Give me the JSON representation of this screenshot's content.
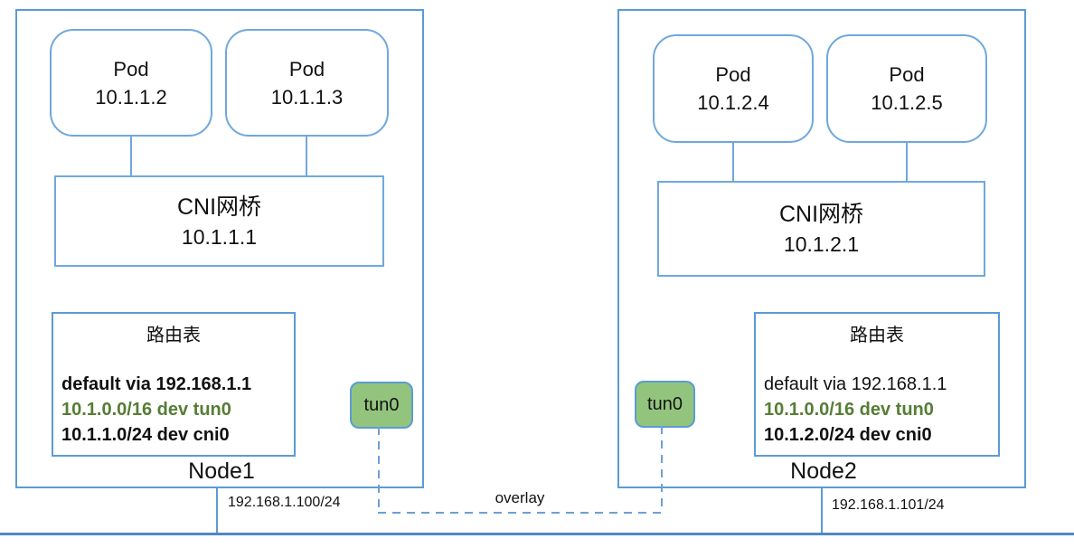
{
  "nodes": [
    {
      "name": "Node1",
      "pods": [
        {
          "title": "Pod",
          "ip": "10.1.1.2"
        },
        {
          "title": "Pod",
          "ip": "10.1.1.3"
        }
      ],
      "bridge": {
        "title": "CNI网桥",
        "ip": "10.1.1.1"
      },
      "route_table": {
        "title": "路由表",
        "routes": [
          {
            "text": "default via 192.168.1.1",
            "style": "black-bold"
          },
          {
            "text": "10.1.0.0/16 dev tun0",
            "style": "green-bold"
          },
          {
            "text": "10.1.1.0/24 dev cni0",
            "style": "black-bold"
          }
        ]
      },
      "tunnel_label": "tun0",
      "host_ip": "192.168.1.100/24"
    },
    {
      "name": "Node2",
      "pods": [
        {
          "title": "Pod",
          "ip": "10.1.2.4"
        },
        {
          "title": "Pod",
          "ip": "10.1.2.5"
        }
      ],
      "bridge": {
        "title": "CNI网桥",
        "ip": "10.1.2.1"
      },
      "route_table": {
        "title": "路由表",
        "routes": [
          {
            "text": "default via 192.168.1.1",
            "style": "black-regular"
          },
          {
            "text": "10.1.0.0/16 dev tun0",
            "style": "green-bold"
          },
          {
            "text": "10.1.2.0/24 dev cni0",
            "style": "black-bold"
          }
        ]
      },
      "tunnel_label": "tun0",
      "host_ip": "192.168.1.101/24"
    }
  ],
  "overlay_label": "overlay",
  "colors": {
    "box_border_blue": "#5b9bd5",
    "pod_border_blue": "#6fa8dc",
    "dashed_line_blue": "#6ca0d6",
    "physical_line_blue": "#4f87c5",
    "tunnel_fill_green": "#93c47d",
    "route_highlight_green": "#567d35",
    "text_black": "#111111"
  }
}
